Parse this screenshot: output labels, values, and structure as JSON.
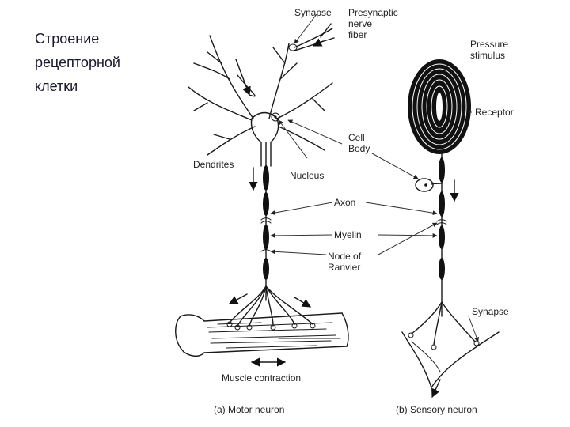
{
  "title_lines": [
    "Строение",
    "рецепторной",
    "клетки"
  ],
  "labels": {
    "synapse_top": "Synapse",
    "presynaptic": [
      "Presynaptic",
      "nerve",
      "fiber"
    ],
    "pressure": [
      "Pressure",
      "stimulus"
    ],
    "receptor": "Receptor",
    "cell_body": [
      "Cell",
      "Body"
    ],
    "dendrites": "Dendrites",
    "nucleus": "Nucleus",
    "axon": "Axon",
    "myelin": "Myelin",
    "node": [
      "Node of",
      "Ranvier"
    ],
    "synapse_bottom": "Synapse",
    "muscle": "Muscle contraction",
    "caption_a": "(a) Motor neuron",
    "caption_b": "(b) Sensory neuron"
  }
}
